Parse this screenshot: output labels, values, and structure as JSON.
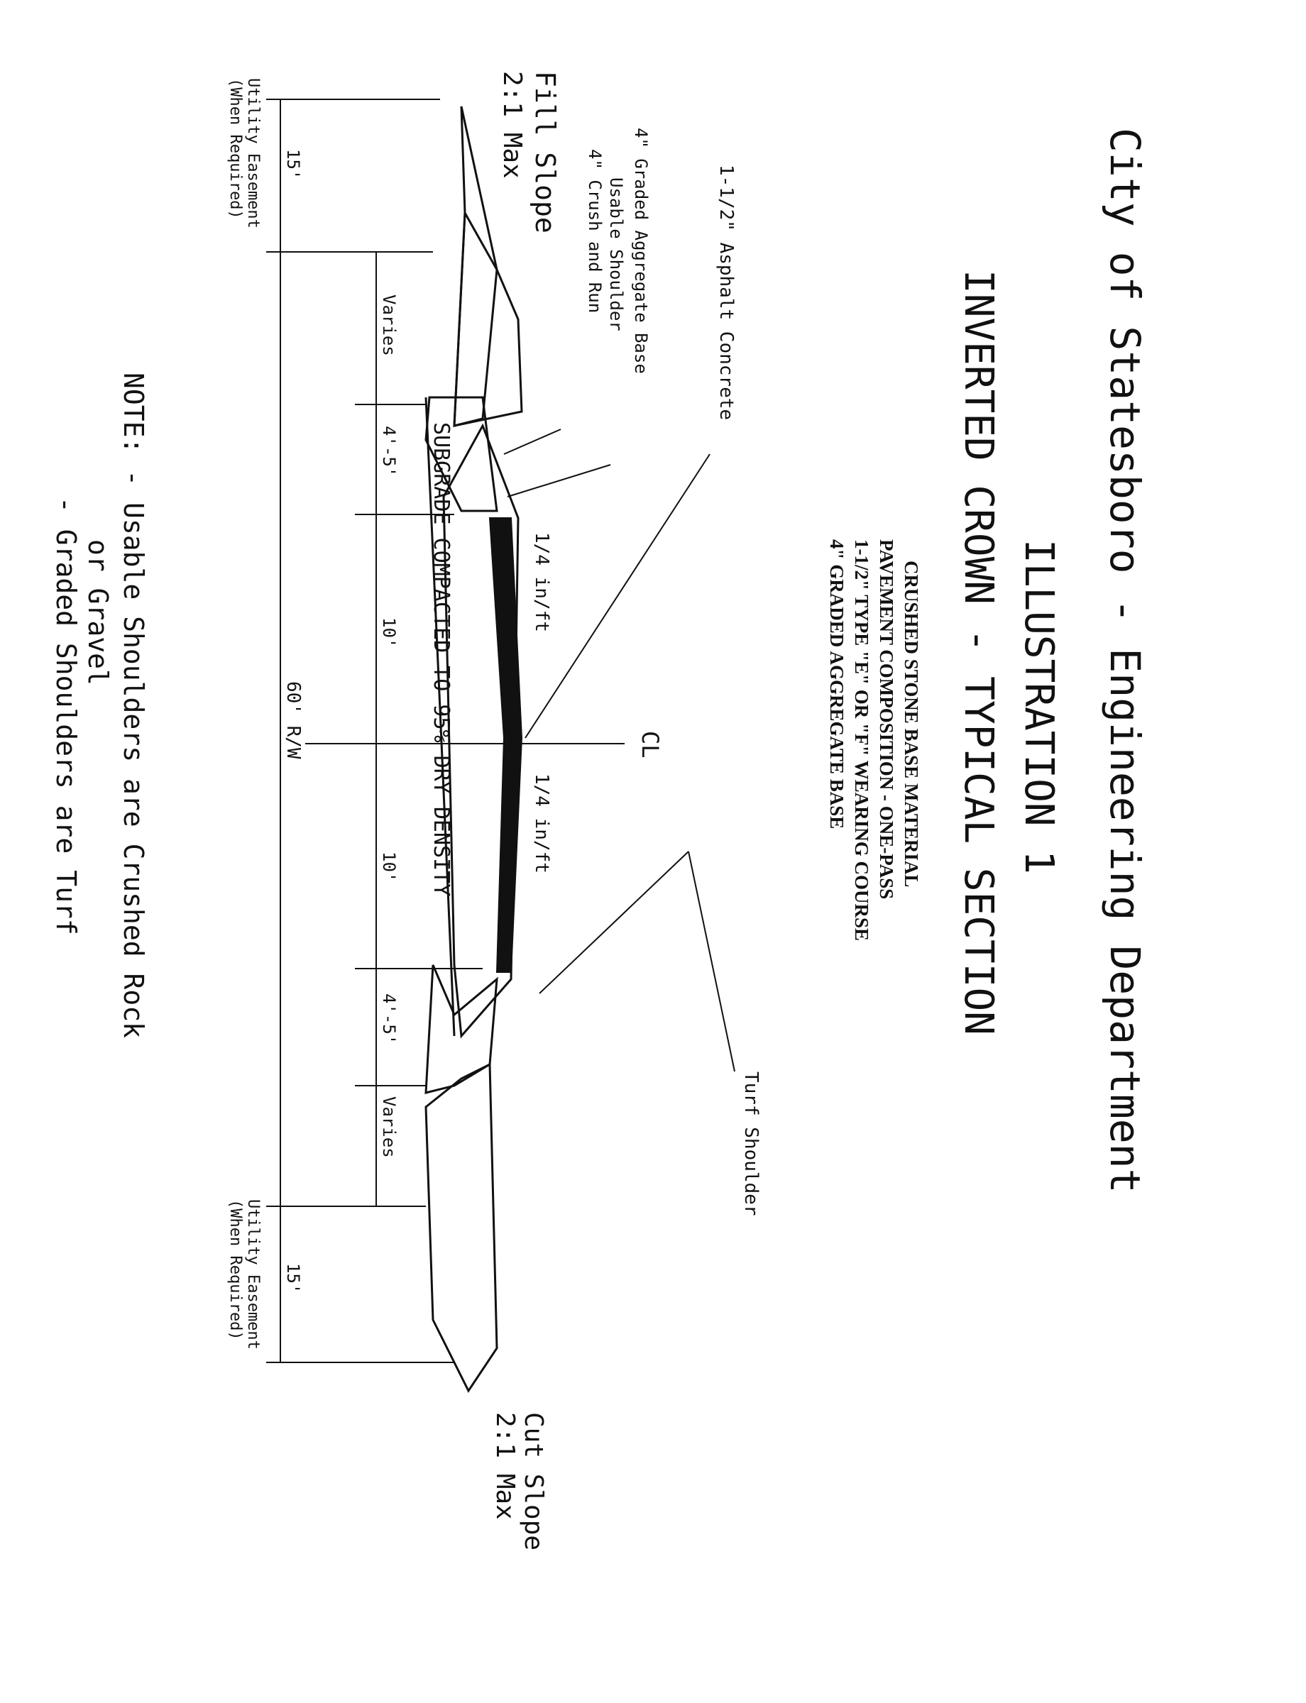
{
  "title": {
    "line1": "City of Statesboro - Engineering Department",
    "line2": "ILLUSTRATION 1",
    "line3": "INVERTED CROWN - TYPICAL SECTION"
  },
  "composition": [
    "CRUSHED STONE BASE MATERIAL",
    "PAVEMENT COMPOSITION - ONE-PASS",
    "1-1/2\" TYPE \"E\" OR \"F\" WEARING COURSE",
    "4\" GRADED AGGREGATE BASE"
  ],
  "labels": {
    "asphalt": "1-1/2\" Asphalt Concrete",
    "graded_base": "4\" Graded Aggregate Base",
    "usable_shoulder": "Usable Shoulder",
    "crush_run": "4\" Crush and Run",
    "turf_shoulder": "Turf Shoulder",
    "fill_slope": "Fill Slope",
    "fill_slope_max": "2:1 Max",
    "cut_slope": "Cut Slope",
    "cut_slope_max": "2:1 Max",
    "centerline": "CL",
    "slope_left": "1/4 in/ft",
    "slope_right": "1/4 in/ft",
    "subgrade": "SUBGRADE COMPACTED TO 95% DRY DENSITY"
  },
  "dimensions": {
    "easement_left": "15'",
    "varies_left": "Varies",
    "shoulder_left": "4'-5'",
    "lane_left": "10'",
    "lane_right": "10'",
    "shoulder_right": "4'-5'",
    "varies_right": "Varies",
    "easement_right": "15'",
    "row": "60' R/W",
    "utility_left_1": "Utility Easement",
    "utility_left_2": "(When Required)",
    "utility_right_1": "Utility Easement",
    "utility_right_2": "(When Required)"
  },
  "notes": {
    "line1": "NOTE: - Usable Shoulders are Crushed Rock",
    "line2": "or Gravel",
    "line3": "- Graded Shoulders are Turf"
  }
}
